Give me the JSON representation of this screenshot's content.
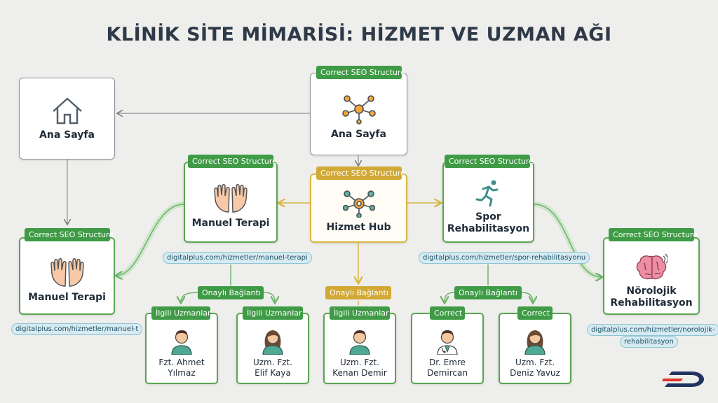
{
  "title": "KLİNİK SİTE MİMARİSİ: HİZMET VE UZMAN AĞI",
  "colors": {
    "green": "#5aa552",
    "gold": "#d9b640",
    "gray": "#8d949b",
    "title": "#2e3a48",
    "url_bg": "#d6ebf1"
  },
  "nodes": {
    "home_left": {
      "label": "Ana Sayfa",
      "icon": "house-icon"
    },
    "home_center": {
      "tag": "Correct SEO Structure",
      "label": "Ana Sayfa",
      "icon": "network-icon"
    },
    "hub": {
      "tag": "Correct SEO Structure",
      "label": "Hizmet Hub",
      "icon": "hub-network-icon"
    },
    "manual_center": {
      "tag": "Correct SEO Structure",
      "label": "Manuel Terapi",
      "icon": "hands-icon",
      "url": "digitalplus.com/hizmetler/manuel-terapi"
    },
    "sport": {
      "tag": "Correct SEO Structure",
      "label_line1": "Spor",
      "label_line2": "Rehabilitasyon",
      "icon": "running-person-icon",
      "url": "digitalplus.com/hizmetler/spor-rehabilitasyonu"
    },
    "manual_left": {
      "tag": "Correct SEO Structure",
      "label": "Manuel Terapi",
      "icon": "hands-icon",
      "url": "digitalplus.com/hizmetler/manuel-t"
    },
    "neuro": {
      "tag": "Correct SEO Structure",
      "label_line1": "Nörolojik",
      "label_line2": "Rehabilitasyon",
      "icon": "brain-icon",
      "url_line1": "digitalplus.com/hizmetler/norolojik-",
      "url_line2": "rehabilitasyon"
    }
  },
  "connectors": {
    "left": "Onaylı Bağlantı",
    "center": "Onaylı Bağlantı",
    "right": "Onaylı Bağlantı"
  },
  "specialists": [
    {
      "tag": "İlgili Uzmanlar",
      "line1": "Fzt. Ahmet",
      "line2": "Yılmaz",
      "icon": "male-specialist-icon"
    },
    {
      "tag": "İlgili Uzmanlar",
      "line1": "Uzm. Fzt.",
      "line2": "Elif Kaya",
      "icon": "female-specialist-icon"
    },
    {
      "tag": "İlgili Uzmanlar",
      "line1": "Uzm. Fzt.",
      "line2": "Kenan Demir",
      "icon": "male-specialist-icon"
    },
    {
      "tag": "Correct",
      "line1": "Dr. Emre",
      "line2": "Demircan",
      "icon": "doctor-icon"
    },
    {
      "tag": "Correct",
      "line1": "Uzm. Fzt.",
      "line2": "Deniz Yavuz",
      "icon": "female-specialist-icon"
    }
  ],
  "logo": {
    "icon": "brand-logo-icon"
  }
}
